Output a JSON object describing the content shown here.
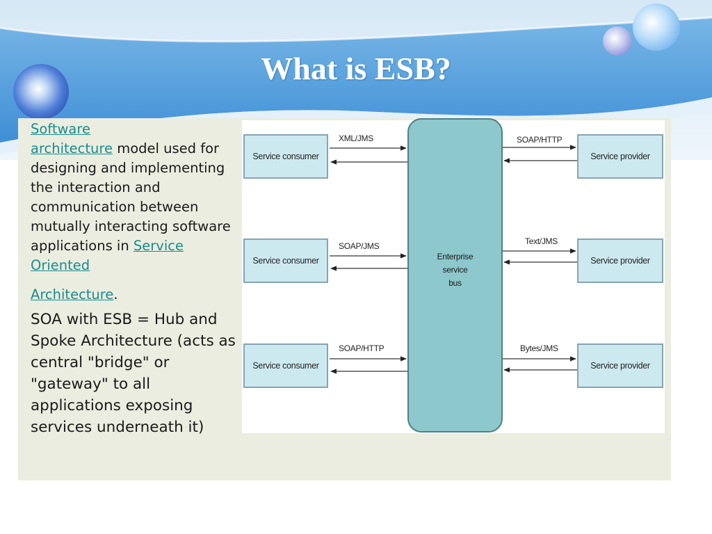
{
  "slide": {
    "title": "What is ESB?"
  },
  "text": {
    "link_software": "Software",
    "link_architecture": "architecture",
    "para1_rest": " model used for designing and implementing the interaction and communication between mutually interacting software applications in ",
    "link_soa1": "Service Oriented",
    "link_soa2": "Architecture",
    "period": ".",
    "para2": "SOA with ESB = Hub and Spoke Architecture (acts as central \"bridge\" or \"gateway\" to all applications exposing services underneath it)"
  },
  "diagram": {
    "bus_label": "Enterprise\nservice\nbus",
    "consumers": [
      "Service consumer",
      "Service consumer",
      "Service consumer"
    ],
    "providers": [
      "Service provider",
      "Service provider",
      "Service provider"
    ],
    "consumer_protocols": [
      "XML/JMS",
      "SOAP/JMS",
      "SOAP/HTTP"
    ],
    "provider_protocols": [
      "SOAP/HTTP",
      "Text/JMS",
      "Bytes/JMS"
    ]
  },
  "colors": {
    "banner": "#5aa2dc",
    "panel": "#eaede0",
    "service_box": "#cde9f0",
    "bus": "#8cc8cc",
    "link": "#1a8c8c"
  }
}
